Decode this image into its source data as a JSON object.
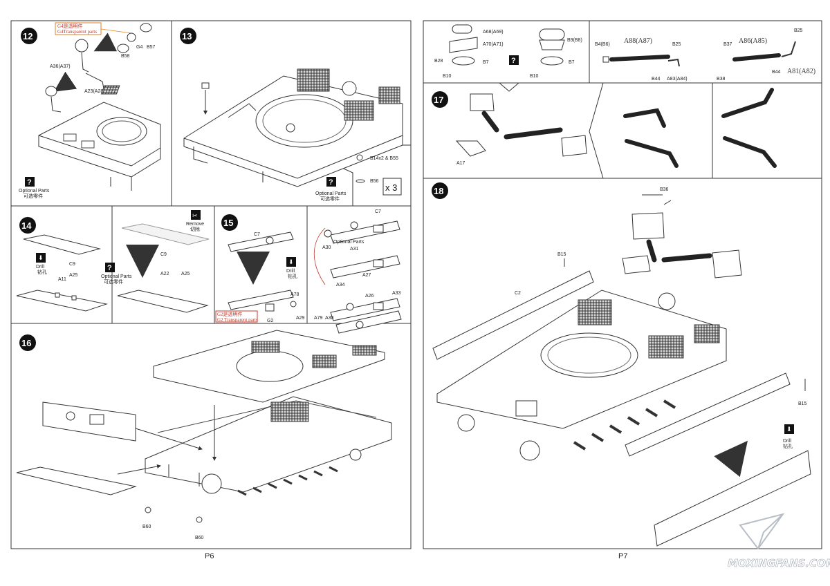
{
  "pages": [
    {
      "number": "P6",
      "steps": [
        {
          "id": "12",
          "labels": [
            "G4",
            "B57",
            "B58",
            "A36(A37)",
            "A23(A28)"
          ],
          "transparent_note": {
            "cn": "G4是透明件",
            "en": "G4Transparent parts"
          },
          "optional": {
            "en": "Optional Parts",
            "cn": "可选零件"
          }
        },
        {
          "id": "13",
          "labels": [
            "B14x2 & B55",
            "B56"
          ],
          "multiplier": "x 3",
          "optional": {
            "en": "Optional Parts",
            "cn": "可选零件"
          }
        },
        {
          "id": "14",
          "labels": [
            "C9",
            "A11",
            "A25",
            "C9",
            "A22",
            "A25"
          ],
          "drill": {
            "en": "Drill",
            "cn": "钻孔"
          },
          "remove": {
            "en": "Remove",
            "cn": "切除"
          },
          "optional": {
            "en": "Optional Parts",
            "cn": "可选零件"
          }
        },
        {
          "id": "15",
          "labels": [
            "C7",
            "A78",
            "A29",
            "G2",
            "C7",
            "A30",
            "A31",
            "A27",
            "A34",
            "A26",
            "A33",
            "A79",
            "A30"
          ],
          "drill": {
            "en": "Drill",
            "cn": "钻孔"
          },
          "transparent_note": {
            "cn": "G2是透明件",
            "en": "G2 Transparent parts"
          },
          "optional_small": {
            "en": "Optional Parts",
            "cn": "可选零件"
          }
        },
        {
          "id": "16",
          "labels": [
            "B60",
            "B60"
          ]
        }
      ]
    },
    {
      "number": "P7",
      "steps": [
        {
          "id": "top",
          "labels": [
            "A68(A69)",
            "A70(A71)",
            "B28",
            "B7",
            "B10",
            "B9(B8)",
            "B7",
            "B10",
            "B4(B6)",
            "A88(A87)",
            "B25",
            "B44",
            "A83(A84)",
            "B37",
            "A86(A85)",
            "B25",
            "B44",
            "B38",
            "A81(A82)"
          ]
        },
        {
          "id": "17",
          "labels": [
            "A17"
          ]
        },
        {
          "id": "18",
          "labels": [
            "B36",
            "B15",
            "C2",
            "B15"
          ],
          "drill": {
            "en": "Drill",
            "cn": "钻孔"
          }
        }
      ]
    }
  ],
  "watermark": "MOXINGFANS.COM"
}
